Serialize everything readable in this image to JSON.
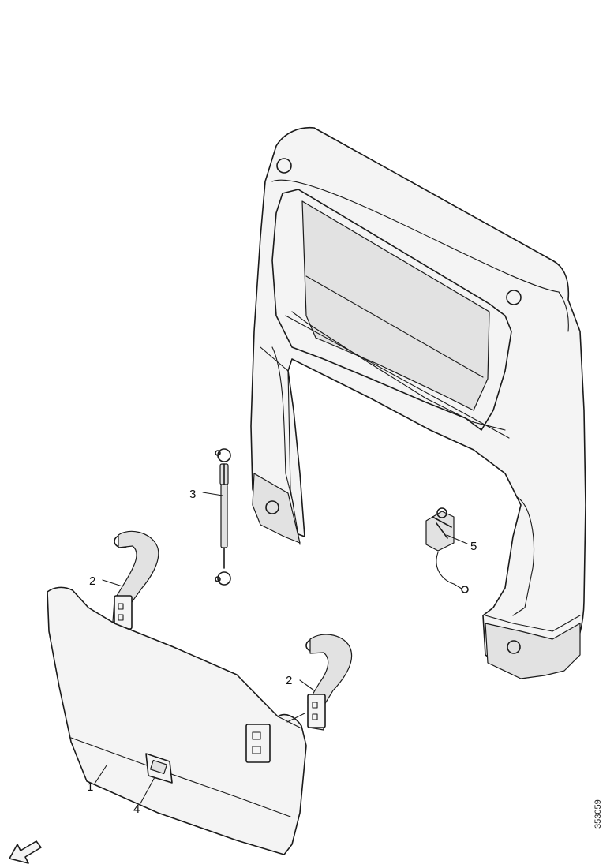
{
  "callouts": {
    "c1": "1",
    "c2a": "2",
    "c2b": "2",
    "c3": "3",
    "c4": "4",
    "c5": "5"
  },
  "figure_id": "353059",
  "colors": {
    "line": "#1a1a1a",
    "fill": "#f4f4f4",
    "shade": "#e2e2e2"
  },
  "icons": {
    "direction": "forward-arrow-icon"
  }
}
